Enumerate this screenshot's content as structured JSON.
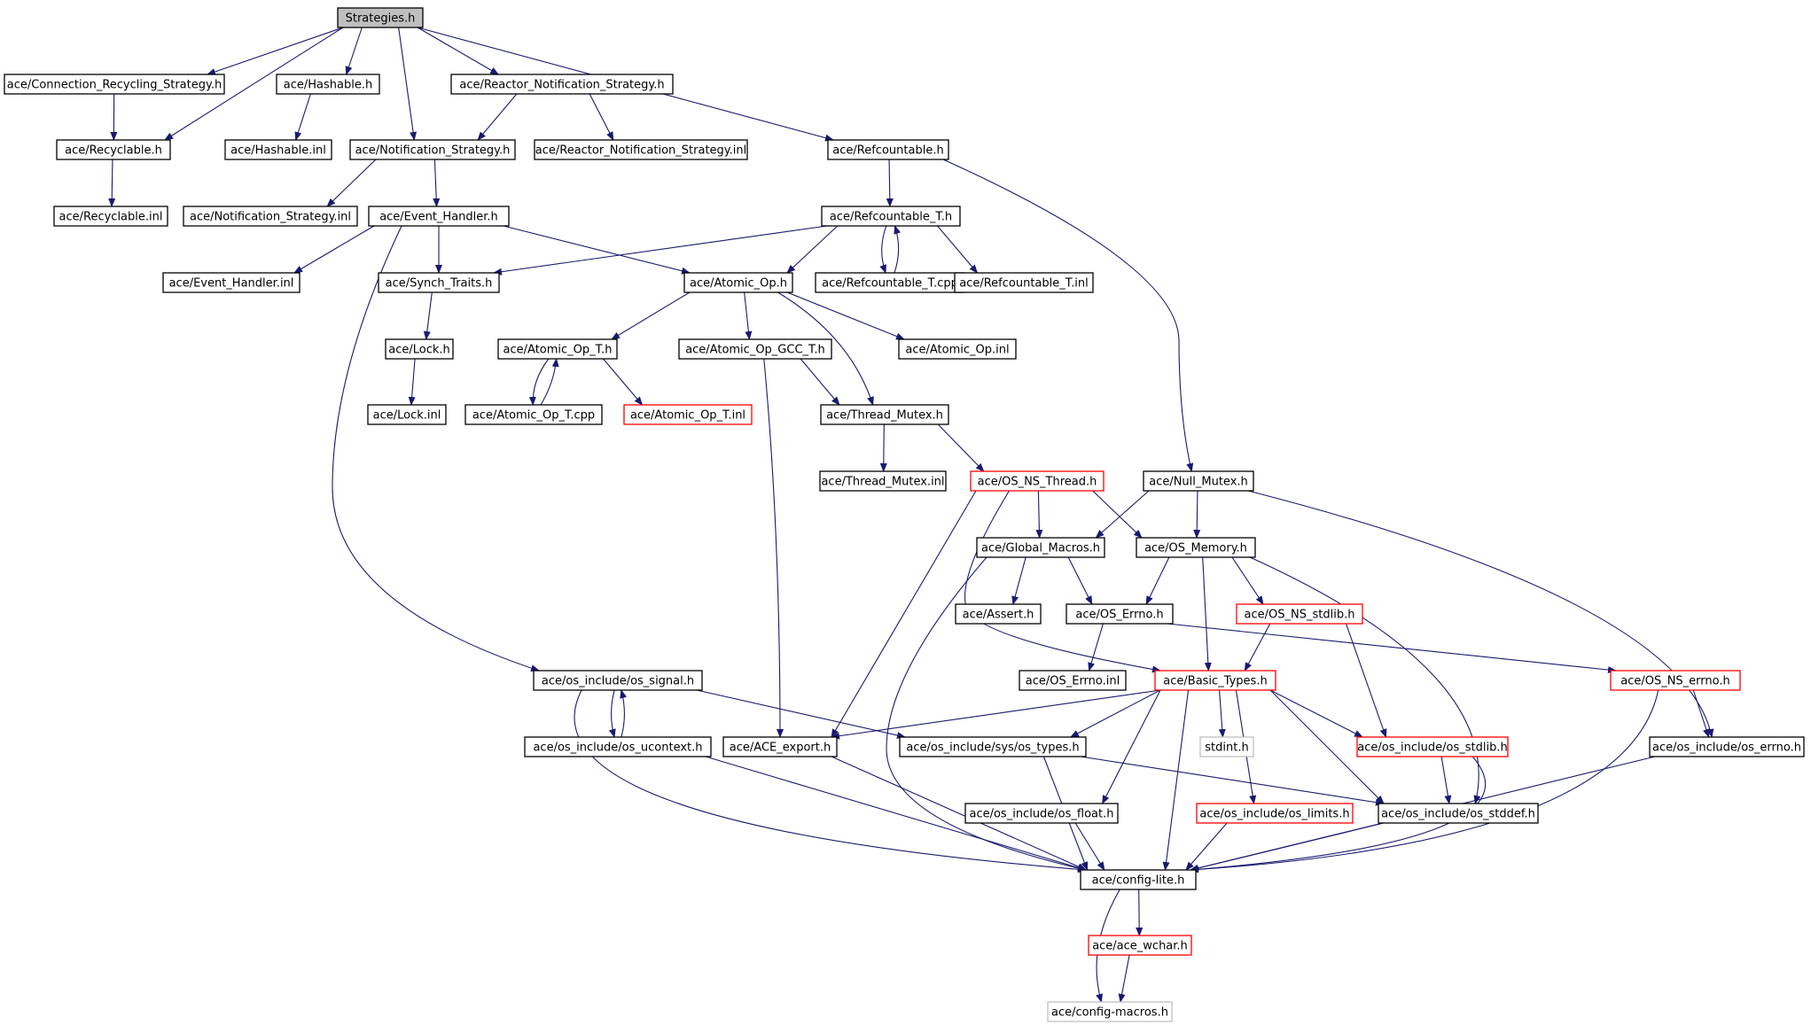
{
  "graph": {
    "title": "Strategies.h",
    "colors": {
      "edge": "#191970",
      "node_border": "#000000",
      "node_truncated_border": "#ff0000",
      "node_external_border": "#bfbfbf",
      "root_fill": "#bfbfbf"
    },
    "nodes": [
      {
        "id": "strategies",
        "label": "Strategies.h",
        "style": "root"
      },
      {
        "id": "conn_recycling",
        "label": "ace/Connection_Recycling_Strategy.h",
        "style": "normal"
      },
      {
        "id": "hashable_h",
        "label": "ace/Hashable.h",
        "style": "normal"
      },
      {
        "id": "reactor_notif_h",
        "label": "ace/Reactor_Notification_Strategy.h",
        "style": "normal"
      },
      {
        "id": "recyclable_h",
        "label": "ace/Recyclable.h",
        "style": "normal"
      },
      {
        "id": "hashable_inl",
        "label": "ace/Hashable.inl",
        "style": "normal"
      },
      {
        "id": "notif_h",
        "label": "ace/Notification_Strategy.h",
        "style": "normal"
      },
      {
        "id": "reactor_notif_inl",
        "label": "ace/Reactor_Notification_Strategy.inl",
        "style": "normal"
      },
      {
        "id": "refcountable_h",
        "label": "ace/Refcountable.h",
        "style": "normal"
      },
      {
        "id": "recyclable_inl",
        "label": "ace/Recyclable.inl",
        "style": "normal"
      },
      {
        "id": "notif_inl",
        "label": "ace/Notification_Strategy.inl",
        "style": "normal"
      },
      {
        "id": "event_handler_h",
        "label": "ace/Event_Handler.h",
        "style": "normal"
      },
      {
        "id": "refcountable_t_h",
        "label": "ace/Refcountable_T.h",
        "style": "normal"
      },
      {
        "id": "event_handler_inl",
        "label": "ace/Event_Handler.inl",
        "style": "normal"
      },
      {
        "id": "synch_traits",
        "label": "ace/Synch_Traits.h",
        "style": "normal"
      },
      {
        "id": "atomic_op_h",
        "label": "ace/Atomic_Op.h",
        "style": "normal"
      },
      {
        "id": "refcountable_t_cpp",
        "label": "ace/Refcountable_T.cpp",
        "style": "normal"
      },
      {
        "id": "refcountable_t_inl",
        "label": "ace/Refcountable_T.inl",
        "style": "normal"
      },
      {
        "id": "lock_h",
        "label": "ace/Lock.h",
        "style": "normal"
      },
      {
        "id": "atomic_op_t_h",
        "label": "ace/Atomic_Op_T.h",
        "style": "normal"
      },
      {
        "id": "atomic_op_gcc_t_h",
        "label": "ace/Atomic_Op_GCC_T.h",
        "style": "normal"
      },
      {
        "id": "atomic_op_inl",
        "label": "ace/Atomic_Op.inl",
        "style": "normal"
      },
      {
        "id": "lock_inl",
        "label": "ace/Lock.inl",
        "style": "normal"
      },
      {
        "id": "atomic_op_t_cpp",
        "label": "ace/Atomic_Op_T.cpp",
        "style": "normal"
      },
      {
        "id": "atomic_op_t_inl",
        "label": "ace/Atomic_Op_T.inl",
        "style": "truncated"
      },
      {
        "id": "thread_mutex_h",
        "label": "ace/Thread_Mutex.h",
        "style": "normal"
      },
      {
        "id": "thread_mutex_inl",
        "label": "ace/Thread_Mutex.inl",
        "style": "normal"
      },
      {
        "id": "os_ns_thread_h",
        "label": "ace/OS_NS_Thread.h",
        "style": "truncated"
      },
      {
        "id": "null_mutex_h",
        "label": "ace/Null_Mutex.h",
        "style": "normal"
      },
      {
        "id": "global_macros_h",
        "label": "ace/Global_Macros.h",
        "style": "normal"
      },
      {
        "id": "os_memory_h",
        "label": "ace/OS_Memory.h",
        "style": "normal"
      },
      {
        "id": "assert_h",
        "label": "ace/Assert.h",
        "style": "normal"
      },
      {
        "id": "os_errno_h",
        "label": "ace/OS_Errno.h",
        "style": "normal"
      },
      {
        "id": "os_ns_stdlib_h",
        "label": "ace/OS_NS_stdlib.h",
        "style": "truncated"
      },
      {
        "id": "os_errno_inl",
        "label": "ace/OS_Errno.inl",
        "style": "normal"
      },
      {
        "id": "basic_types_h",
        "label": "ace/Basic_Types.h",
        "style": "truncated"
      },
      {
        "id": "os_ns_errno_h",
        "label": "ace/OS_NS_errno.h",
        "style": "truncated"
      },
      {
        "id": "os_signal_h",
        "label": "ace/os_include/os_signal.h",
        "style": "normal"
      },
      {
        "id": "os_ucontext_h",
        "label": "ace/os_include/os_ucontext.h",
        "style": "normal"
      },
      {
        "id": "ace_export_h",
        "label": "ace/ACE_export.h",
        "style": "normal"
      },
      {
        "id": "os_types_h",
        "label": "ace/os_include/sys/os_types.h",
        "style": "normal"
      },
      {
        "id": "stdint_h",
        "label": "stdint.h",
        "style": "external"
      },
      {
        "id": "os_stdlib_h",
        "label": "ace/os_include/os_stdlib.h",
        "style": "truncated"
      },
      {
        "id": "os_errno_inc_h",
        "label": "ace/os_include/os_errno.h",
        "style": "normal"
      },
      {
        "id": "os_float_h",
        "label": "ace/os_include/os_float.h",
        "style": "normal"
      },
      {
        "id": "os_limits_h",
        "label": "ace/os_include/os_limits.h",
        "style": "truncated"
      },
      {
        "id": "os_stddef_h",
        "label": "ace/os_include/os_stddef.h",
        "style": "normal"
      },
      {
        "id": "config_lite_h",
        "label": "ace/config-lite.h",
        "style": "normal"
      },
      {
        "id": "ace_wchar_h",
        "label": "ace/ace_wchar.h",
        "style": "truncated"
      },
      {
        "id": "config_macros_h",
        "label": "ace/config-macros.h",
        "style": "external"
      }
    ],
    "edges": [
      [
        "strategies",
        "conn_recycling"
      ],
      [
        "strategies",
        "recyclable_h"
      ],
      [
        "strategies",
        "hashable_h"
      ],
      [
        "strategies",
        "notif_h"
      ],
      [
        "strategies",
        "reactor_notif_h"
      ],
      [
        "strategies",
        "refcountable_h"
      ],
      [
        "conn_recycling",
        "recyclable_h"
      ],
      [
        "hashable_h",
        "hashable_inl"
      ],
      [
        "reactor_notif_h",
        "notif_h"
      ],
      [
        "reactor_notif_h",
        "reactor_notif_inl"
      ],
      [
        "recyclable_h",
        "recyclable_inl"
      ],
      [
        "notif_h",
        "notif_inl"
      ],
      [
        "notif_h",
        "event_handler_h"
      ],
      [
        "refcountable_h",
        "refcountable_t_h"
      ],
      [
        "refcountable_h",
        "null_mutex_h"
      ],
      [
        "event_handler_h",
        "event_handler_inl"
      ],
      [
        "event_handler_h",
        "synch_traits"
      ],
      [
        "event_handler_h",
        "atomic_op_h"
      ],
      [
        "event_handler_h",
        "os_signal_h"
      ],
      [
        "refcountable_t_h",
        "synch_traits"
      ],
      [
        "refcountable_t_h",
        "atomic_op_h"
      ],
      [
        "refcountable_t_h",
        "refcountable_t_cpp"
      ],
      [
        "refcountable_t_cpp",
        "refcountable_t_h"
      ],
      [
        "refcountable_t_h",
        "refcountable_t_inl"
      ],
      [
        "synch_traits",
        "lock_h"
      ],
      [
        "lock_h",
        "lock_inl"
      ],
      [
        "atomic_op_h",
        "atomic_op_t_h"
      ],
      [
        "atomic_op_h",
        "atomic_op_gcc_t_h"
      ],
      [
        "atomic_op_h",
        "atomic_op_inl"
      ],
      [
        "atomic_op_h",
        "thread_mutex_h"
      ],
      [
        "atomic_op_t_h",
        "atomic_op_t_cpp"
      ],
      [
        "atomic_op_t_cpp",
        "atomic_op_t_h"
      ],
      [
        "atomic_op_t_h",
        "atomic_op_t_inl"
      ],
      [
        "atomic_op_gcc_t_h",
        "thread_mutex_h"
      ],
      [
        "atomic_op_gcc_t_h",
        "ace_export_h"
      ],
      [
        "thread_mutex_h",
        "thread_mutex_inl"
      ],
      [
        "thread_mutex_h",
        "os_ns_thread_h"
      ],
      [
        "os_ns_thread_h",
        "global_macros_h"
      ],
      [
        "os_ns_thread_h",
        "os_memory_h"
      ],
      [
        "os_ns_thread_h",
        "ace_export_h"
      ],
      [
        "os_ns_thread_h",
        "basic_types_h"
      ],
      [
        "null_mutex_h",
        "global_macros_h"
      ],
      [
        "null_mutex_h",
        "os_memory_h"
      ],
      [
        "null_mutex_h",
        "os_errno_inc_h"
      ],
      [
        "global_macros_h",
        "assert_h"
      ],
      [
        "global_macros_h",
        "os_errno_h"
      ],
      [
        "global_macros_h",
        "config_lite_h"
      ],
      [
        "os_memory_h",
        "os_errno_h"
      ],
      [
        "os_memory_h",
        "os_ns_stdlib_h"
      ],
      [
        "os_memory_h",
        "basic_types_h"
      ],
      [
        "os_memory_h",
        "os_stddef_h"
      ],
      [
        "os_errno_h",
        "os_errno_inl"
      ],
      [
        "os_errno_h",
        "os_ns_errno_h"
      ],
      [
        "os_ns_stdlib_h",
        "basic_types_h"
      ],
      [
        "os_ns_stdlib_h",
        "os_stdlib_h"
      ],
      [
        "os_ns_errno_h",
        "os_errno_inc_h"
      ],
      [
        "os_ns_errno_h",
        "config_lite_h"
      ],
      [
        "basic_types_h",
        "ace_export_h"
      ],
      [
        "basic_types_h",
        "os_types_h"
      ],
      [
        "basic_types_h",
        "stdint_h"
      ],
      [
        "basic_types_h",
        "os_stdlib_h"
      ],
      [
        "basic_types_h",
        "os_float_h"
      ],
      [
        "basic_types_h",
        "os_limits_h"
      ],
      [
        "basic_types_h",
        "os_stddef_h"
      ],
      [
        "basic_types_h",
        "config_lite_h"
      ],
      [
        "os_signal_h",
        "os_ucontext_h"
      ],
      [
        "os_ucontext_h",
        "os_signal_h"
      ],
      [
        "os_signal_h",
        "os_types_h"
      ],
      [
        "os_signal_h",
        "config_lite_h"
      ],
      [
        "os_ucontext_h",
        "config_lite_h"
      ],
      [
        "ace_export_h",
        "config_lite_h"
      ],
      [
        "os_types_h",
        "os_stddef_h"
      ],
      [
        "os_types_h",
        "config_lite_h"
      ],
      [
        "os_stdlib_h",
        "os_stddef_h"
      ],
      [
        "os_stdlib_h",
        "config_lite_h"
      ],
      [
        "os_errno_inc_h",
        "config_lite_h"
      ],
      [
        "os_float_h",
        "config_lite_h"
      ],
      [
        "os_limits_h",
        "config_lite_h"
      ],
      [
        "os_stddef_h",
        "config_lite_h"
      ],
      [
        "config_lite_h",
        "ace_wchar_h"
      ],
      [
        "config_lite_h",
        "config_macros_h"
      ],
      [
        "ace_wchar_h",
        "config_macros_h"
      ]
    ]
  }
}
